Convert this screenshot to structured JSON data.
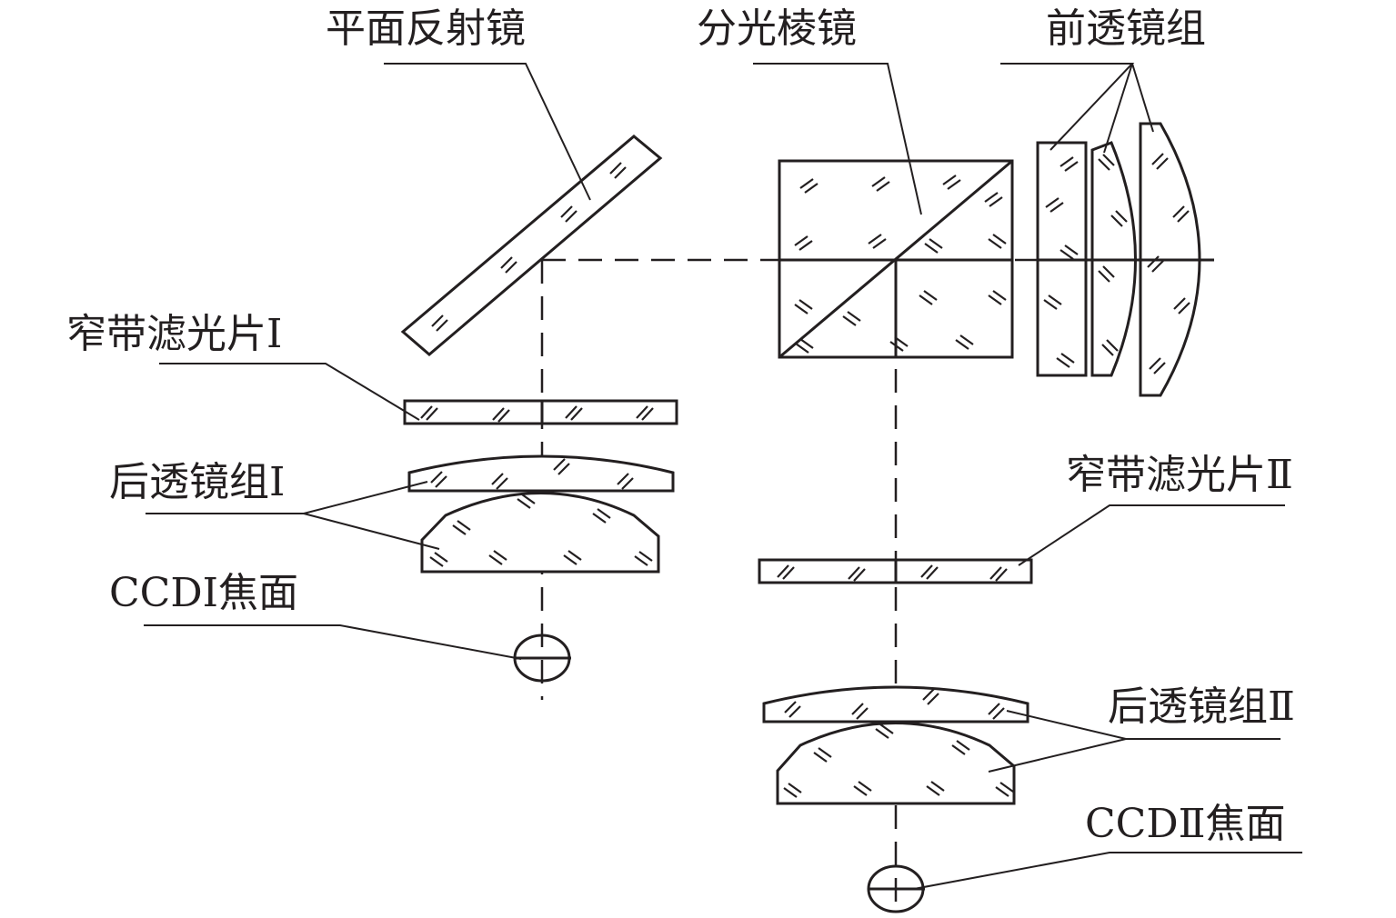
{
  "labels": {
    "plane_mirror": "平面反射镜",
    "beam_splitter": "分光棱镜",
    "front_lens_group": "前透镜组",
    "filter_1": "窄带滤光片Ⅰ",
    "rear_lens_group_1": "后透镜组Ⅰ",
    "ccd_1": "CCDⅠ焦面",
    "filter_2": "窄带滤光片Ⅱ",
    "rear_lens_group_2": "后透镜组Ⅱ",
    "ccd_2": "CCDⅡ焦面"
  },
  "colors": {
    "line": "#231f20",
    "background": "#ffffff"
  }
}
